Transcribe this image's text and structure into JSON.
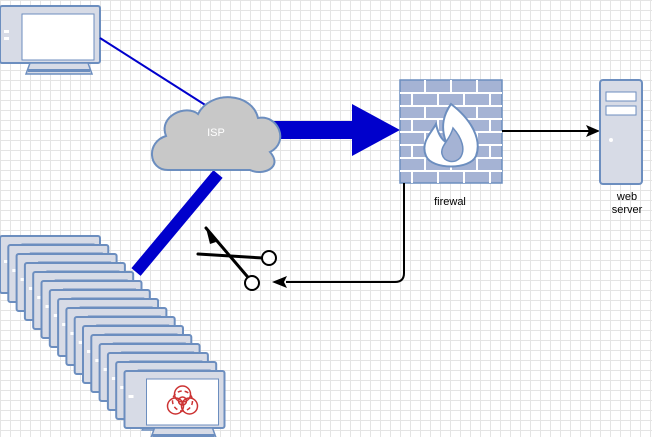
{
  "diagram": {
    "cloud_label": "ISP",
    "firewall_label": "firewal",
    "server_label_line1": "web",
    "server_label_line2": "server",
    "botnet_count": 16
  },
  "colors": {
    "link_blue": "#0000cc",
    "device_fill": "#d7dbe6",
    "device_stroke": "#6c8ebf",
    "brick_fill": "#a5b3d4",
    "biohazard_red": "#cc3333",
    "grid": "#e4e4e4"
  },
  "icons": [
    "desktop-icon",
    "cloud-icon",
    "firewall-icon",
    "flame-icon",
    "server-icon",
    "scissors-icon",
    "biohazard-icon"
  ]
}
